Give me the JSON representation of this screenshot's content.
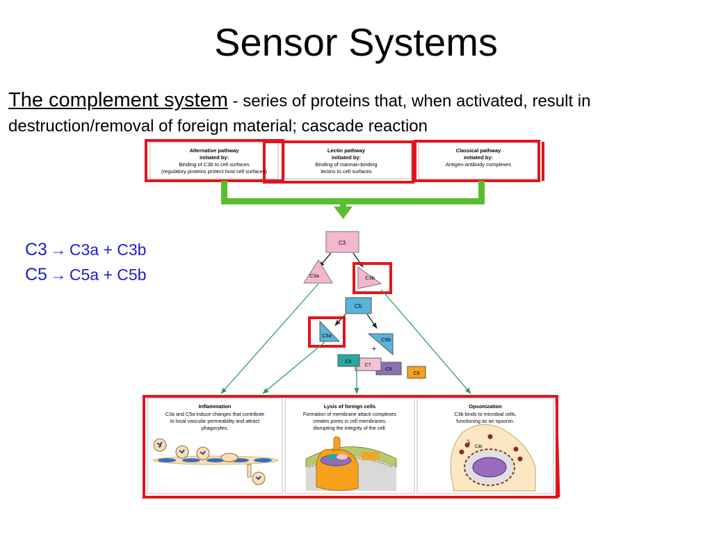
{
  "slide": {
    "title": "Sensor Systems",
    "intro_term": "The complement system",
    "intro_desc_1": " - series of proteins that, when activated, result in",
    "intro_desc_2": "destruction/removal of foreign material; cascade reaction"
  },
  "reactions": [
    {
      "reactant": "C3",
      "products": "C3a + C3b"
    },
    {
      "reactant": "C5",
      "products": "C5a + C5b"
    }
  ],
  "pathways": {
    "alternative": {
      "title": "Alternative pathway",
      "sub": "initiated by:",
      "line1": "Binding of C3b to cell surfaces",
      "line2": "(regulatory proteins protect host cell surfaces)"
    },
    "lectin": {
      "title": "Lectin pathway",
      "sub": "initiated by:",
      "line1": "Binding of mannan-binding",
      "line2": "lectins to cell surfaces"
    },
    "classical": {
      "title": "Classical pathway",
      "sub": "initiated by:",
      "line1": "Antigen-antibody complexes"
    }
  },
  "components": {
    "c3": "C3",
    "c3a": "C3a",
    "c3b": "C3b",
    "c5": "C5",
    "c5a": "C5a",
    "c5b": "C5b",
    "plus": "+",
    "c6": "C6",
    "c7": "C7",
    "c8": "C8",
    "c9": "C9",
    "c3b_small": "C3b"
  },
  "outcomes": {
    "inflammation": {
      "title": "Inflammation",
      "l1": "C3a and C5a induce changes that contribute",
      "l2": "to local vascular permeability and attract",
      "l3": "phagocytes."
    },
    "lysis": {
      "title": "Lysis of foreign cells",
      "l1": "Formation of membrane attack complexes",
      "l2": "creates pores in cell membranes,",
      "l3": "disrupting the integrity of the cell."
    },
    "opsonization": {
      "title": "Opsonization",
      "l1": "C3b binds to microbial cells,",
      "l2": "functioning as an opsonin."
    }
  },
  "colors": {
    "highlight": "#e3141b",
    "reaction_text": "#1c1ccc",
    "flow_arrow": "#5bbd2f",
    "path_arrow": "#2e9e5b",
    "c3_pink": "#f3b8cf",
    "c5_blue": "#5ab3d8",
    "c7_pink": "#f5c3d6",
    "c8_purple": "#8d6fb5",
    "c9_orange": "#f5a11c"
  }
}
